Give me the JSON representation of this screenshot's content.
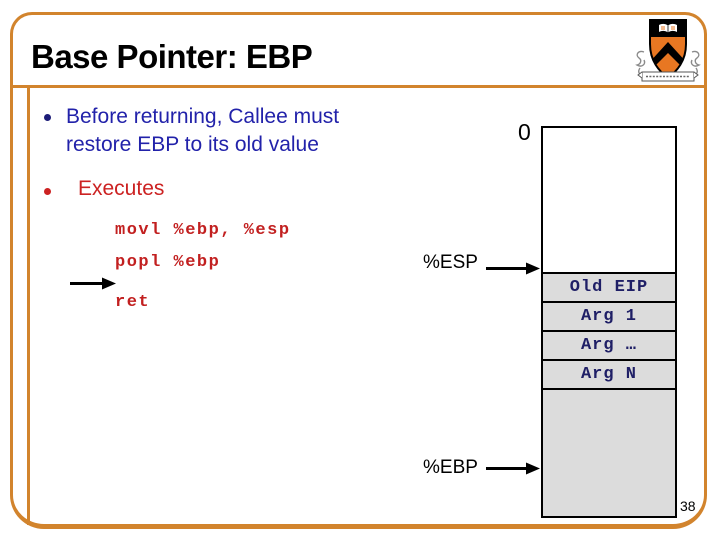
{
  "slide": {
    "title": "Base Pointer: EBP",
    "page_number": "38"
  },
  "content": {
    "bullet1": {
      "line1": "Before returning, Callee must",
      "line2": "restore EBP to its old value"
    },
    "bullet2": "Executes",
    "code": [
      "movl %ebp, %esp",
      "popl %ebp",
      "ret"
    ]
  },
  "diagram": {
    "top_address_label": "0",
    "esp_label": "%ESP",
    "ebp_label": "%EBP",
    "stack_cells": [
      "Old EIP",
      "Arg 1",
      "Arg …",
      "Arg N"
    ]
  },
  "colors": {
    "frame_orange": "#D2842D",
    "bullet_blue": "#2222AA",
    "accent_red": "#CC2222",
    "code_red": "#C22020",
    "cell_text_navy": "#1F1F66",
    "cell_gray": "#DCDCDC",
    "princeton_orange": "#E87722"
  }
}
